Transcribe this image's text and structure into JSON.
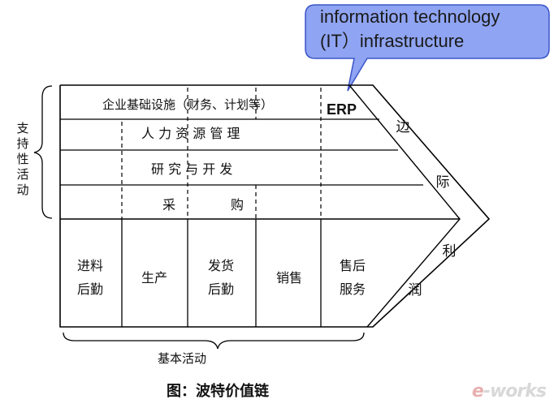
{
  "callout": {
    "text": "information technology\n(IT）infrastructure"
  },
  "erp_label": "ERP",
  "support_group_label": [
    "支",
    "持",
    "性",
    "活",
    "动"
  ],
  "support_activities": {
    "infrastructure": "企业基础设施（财务、计划等）",
    "hr": "人 力 资 源 管 理",
    "rd": "研 究 与 开 发",
    "procurement": [
      "采",
      "购"
    ]
  },
  "primary_activities": [
    {
      "line1": "进料",
      "line2": "后勤"
    },
    {
      "line1": "生产",
      "line2": ""
    },
    {
      "line1": "发货",
      "line2": "后勤"
    },
    {
      "line1": "销售",
      "line2": ""
    },
    {
      "line1": "售后",
      "line2": "服务"
    }
  ],
  "margin_label": [
    "边",
    "际",
    "利",
    "润"
  ],
  "primary_group_label": "基本活动",
  "caption": "图：波特价值链",
  "watermark": {
    "e": "e",
    "rest": "-works"
  }
}
